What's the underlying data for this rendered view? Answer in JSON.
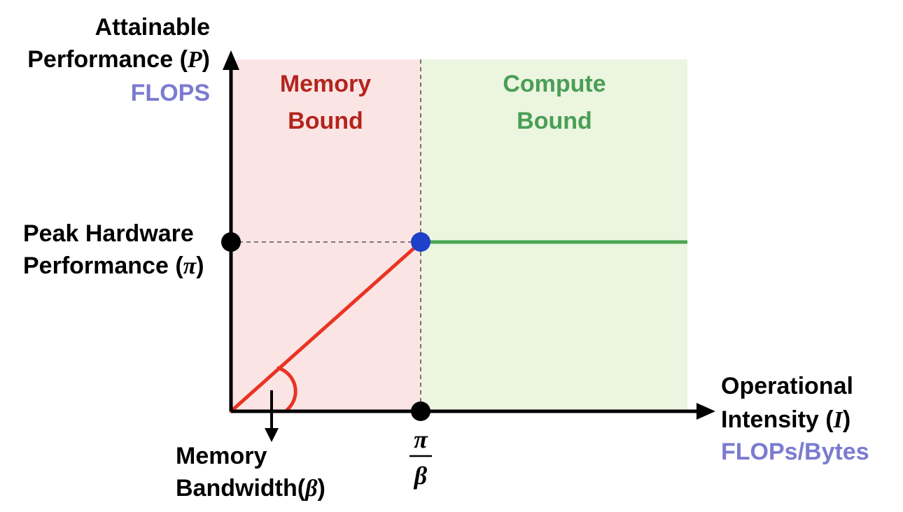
{
  "y_axis": {
    "title_line1": "Attainable",
    "title_line2": "Performance (",
    "symbol": "P",
    "title_close": ")",
    "unit": "FLOPS"
  },
  "x_axis": {
    "title_line1": "Operational",
    "title_line2": "Intensity (",
    "symbol": "I",
    "title_close": ")",
    "unit": "FLOPs/Bytes"
  },
  "regions": {
    "memory": {
      "line1": "Memory",
      "line2": "Bound"
    },
    "compute": {
      "line1": "Compute",
      "line2": "Bound"
    }
  },
  "peak": {
    "line1": "Peak Hardware",
    "line2": "Performance (",
    "symbol": "π",
    "close": ")"
  },
  "bandwidth": {
    "line1": "Memory",
    "line2": "Bandwidth(",
    "symbol": "β",
    "close": ")"
  },
  "ridge": {
    "numerator": "π",
    "denominator": "β"
  },
  "colors": {
    "memory_region": "#fbe5e4",
    "compute_region": "#ebf5e0",
    "memory_text": "#b3241d",
    "compute_text": "#4a9e55",
    "memory_line": "#ea3323",
    "compute_line": "#4aa654",
    "ridge_point": "#1f40c8",
    "unit_text": "#7a7bd0",
    "axis": "#000000"
  }
}
